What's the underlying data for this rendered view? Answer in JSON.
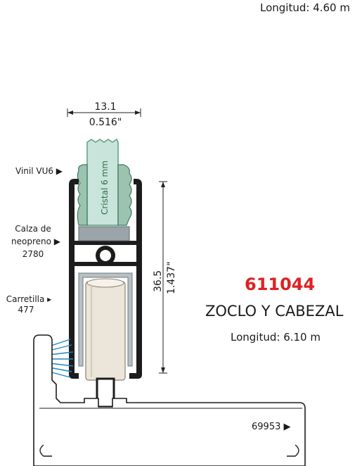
{
  "header": {
    "top_length_text": "Longitud: 4.60 m"
  },
  "product": {
    "part_number": "611044",
    "name": "ZOCLO Y CABEZAL",
    "length_text": "Longitud: 6.10 m"
  },
  "callouts": {
    "vinil": "Vinil VU6 ▶",
    "calza_line1": "Calza de",
    "calza_line2": "neopreno ▶",
    "calza_line3": "2780",
    "carretilla_line1": "Carretilla ▸",
    "carretilla_line2": "477",
    "profile_bottom": "69953 ▶"
  },
  "dimensions": {
    "width_mm": "13.1",
    "width_in": "0.516\"",
    "height_mm": "36.5",
    "height_in": "1.437\""
  },
  "glass_label": "Cristal 6 mm",
  "colors": {
    "accent_red": "#e02020",
    "profile_dark": "#1c1c1c",
    "glass_green": "#c9e4da",
    "vinyl_green": "#9cc3b0",
    "neoprene_gray": "#9aa4a9",
    "wheel_cream": "#ece6da",
    "brush_blue": "#1d86c7"
  }
}
